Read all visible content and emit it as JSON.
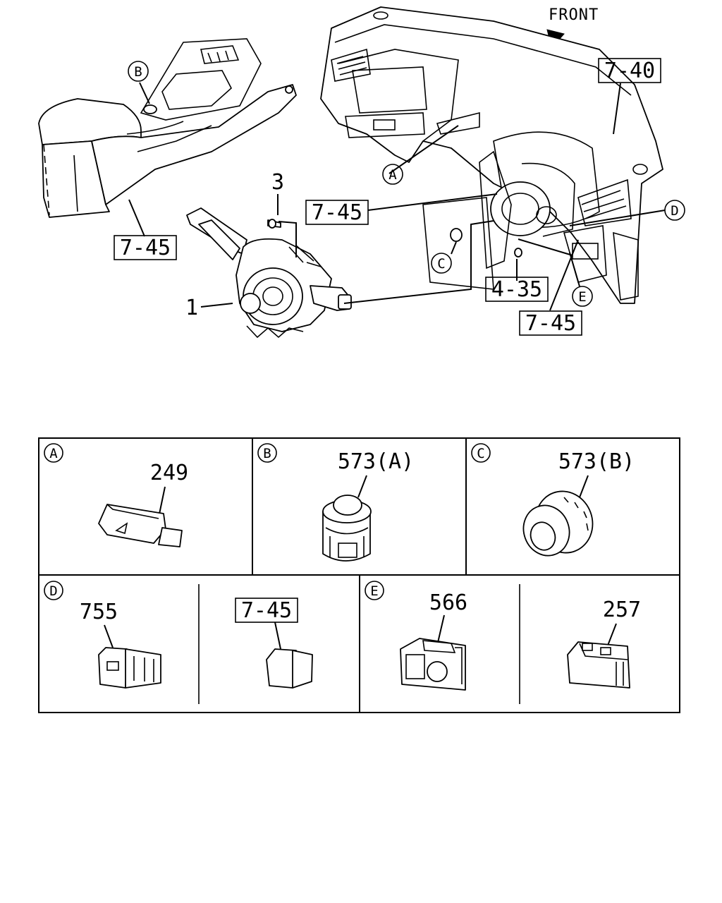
{
  "front_label": "FRONT",
  "callouts": {
    "console_ref": "7-45",
    "dash_ref": "7-40",
    "sw_ref": "7-45",
    "lower_ref": "7-45",
    "steer_ref": "4-35",
    "combo_switch": "1",
    "screw": "3"
  },
  "markers": {
    "a": "A",
    "b": "B",
    "c": "C",
    "d": "D",
    "e": "E"
  },
  "details": [
    {
      "letter": "A",
      "part": "249"
    },
    {
      "letter": "B",
      "part": "573(A)"
    },
    {
      "letter": "C",
      "part": "573(B)"
    },
    {
      "letter": "D",
      "part": "755",
      "ref": "7-45"
    },
    {
      "letter": "E",
      "part": "566",
      "part2": "257"
    }
  ]
}
